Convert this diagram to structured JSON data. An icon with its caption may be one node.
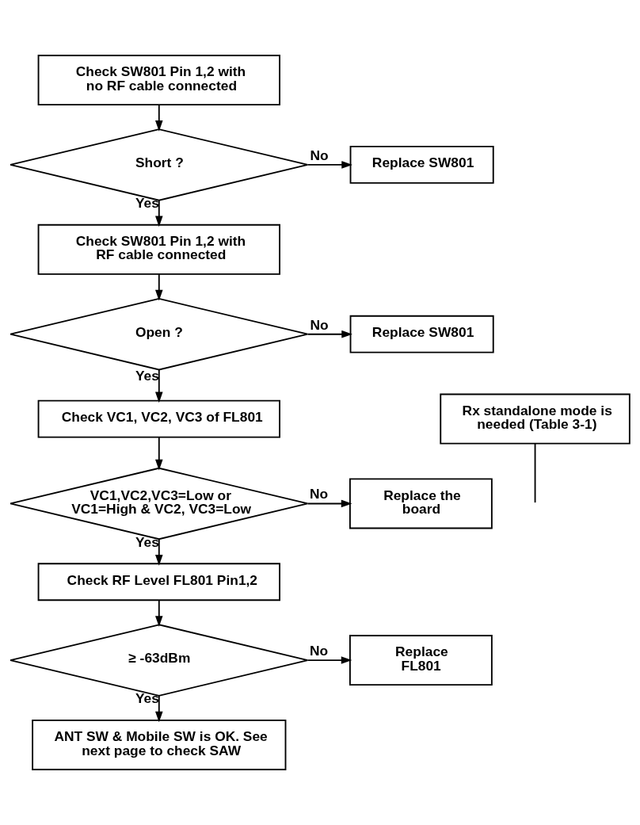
{
  "diagram": {
    "nodes": [
      {
        "text": [
          "Check SW801 Pin 1,2 with no RF cable connected"
        ]
      },
      {
        "text": [
          "Short ?"
        ]
      },
      {
        "text": [
          "Replace SW801"
        ]
      },
      {
        "text": [
          "Check SW801 Pin 1,2 with RF cable connected"
        ]
      },
      {
        "text": [
          "Open ?"
        ]
      },
      {
        "text": [
          "Replace SW801"
        ]
      },
      {
        "text": [
          "Check VC1, VC2, VC3 of FL801"
        ]
      },
      {
        "text": [
          "Rx standalone mode is needed (Table 3-1)"
        ]
      },
      {
        "text": [
          "VC1,VC2,VC3=Low or VC1=High & VC2, VC3=Low"
        ]
      },
      {
        "text": [
          "Replace the board"
        ]
      },
      {
        "text": [
          "Check RF Level FL801 Pin1,2"
        ]
      },
      {
        "text": [
          "≥ -63dBm"
        ]
      },
      {
        "text": [
          "Replace FL801"
        ]
      },
      {
        "text": [
          "ANT SW & Mobile SW is OK. See next page to check SAW"
        ]
      }
    ],
    "edges": [
      {
        "from": 0,
        "to": 1,
        "arrow": "to"
      },
      {
        "from": 1,
        "to": 2,
        "arrow": "to",
        "label": "No"
      },
      {
        "from": 1,
        "to": 3,
        "arrow": "to",
        "label": "Yes"
      },
      {
        "from": 3,
        "to": 4,
        "arrow": "to"
      },
      {
        "from": 4,
        "to": 5,
        "arrow": "to",
        "label": "No"
      },
      {
        "from": 4,
        "to": 6,
        "arrow": "to",
        "label": "Yes"
      },
      {
        "from": 7,
        "to": null,
        "arrow": "none"
      },
      {
        "from": 6,
        "to": 8,
        "arrow": "to"
      },
      {
        "from": 8,
        "to": 9,
        "arrow": "to",
        "label": "No"
      },
      {
        "from": 8,
        "to": 10,
        "arrow": "to",
        "label": "Yes"
      },
      {
        "from": 10,
        "to": 11,
        "arrow": "to"
      },
      {
        "from": 11,
        "to": 12,
        "arrow": "to",
        "label": "No"
      },
      {
        "from": 11,
        "to": 13,
        "arrow": "to",
        "label": "Yes"
      }
    ]
  }
}
